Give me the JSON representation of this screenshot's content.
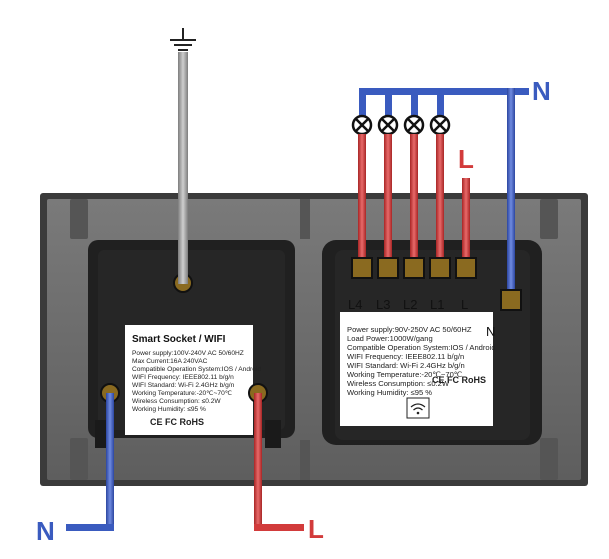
{
  "colors": {
    "neutral": "#3a5bbf",
    "live": "#d23b3b",
    "ground": "#9a9a9a",
    "panel": "#6c6c6c",
    "module": "#1f1f1f"
  },
  "icons": {
    "ground": "ground-icon",
    "lamp": "lamp-icon",
    "wifi": "wifi-icon"
  },
  "labels": {
    "neutral_top": "N",
    "live_top": "L",
    "neutral_bottom": "N",
    "live_bottom": "L",
    "switch_neutral": "N"
  },
  "socket": {
    "title": "Smart Socket / WIFI",
    "specs": [
      "Power supply:100V-240V AC  50/60HZ",
      "Max Current:16A  240VAC",
      "Compatible Operation System:IOS / Android",
      "WIFI Frequency: IEEE802.11 b/g/n",
      "WIFI Standard: Wi-Fi 2.4GHz b/g/n",
      "Working Temperature:-20℃~70℃",
      "Wireless Consumption: ≤0.2W",
      "Working Humidity: ≤95 %"
    ],
    "cert": "CE  FC  RoHS"
  },
  "switch": {
    "terminals": [
      "L4",
      "L3",
      "L2",
      "L1",
      "L"
    ],
    "specs": [
      "Power supply:90V-250V AC  50/60HZ",
      "Load Power:1000W/gang",
      "Compatible Operation System:IOS / Android",
      "WIFI Frequency: IEEE802.11 b/g/n",
      "WIFI Standard: Wi-Fi 2.4GHz b/g/n",
      "Working Temperature:-20℃~70℃",
      "Wireless Consumption: ≤0.2W",
      "Working Humidity: ≤95 %"
    ],
    "cert": "CE  FC  RoHS"
  }
}
